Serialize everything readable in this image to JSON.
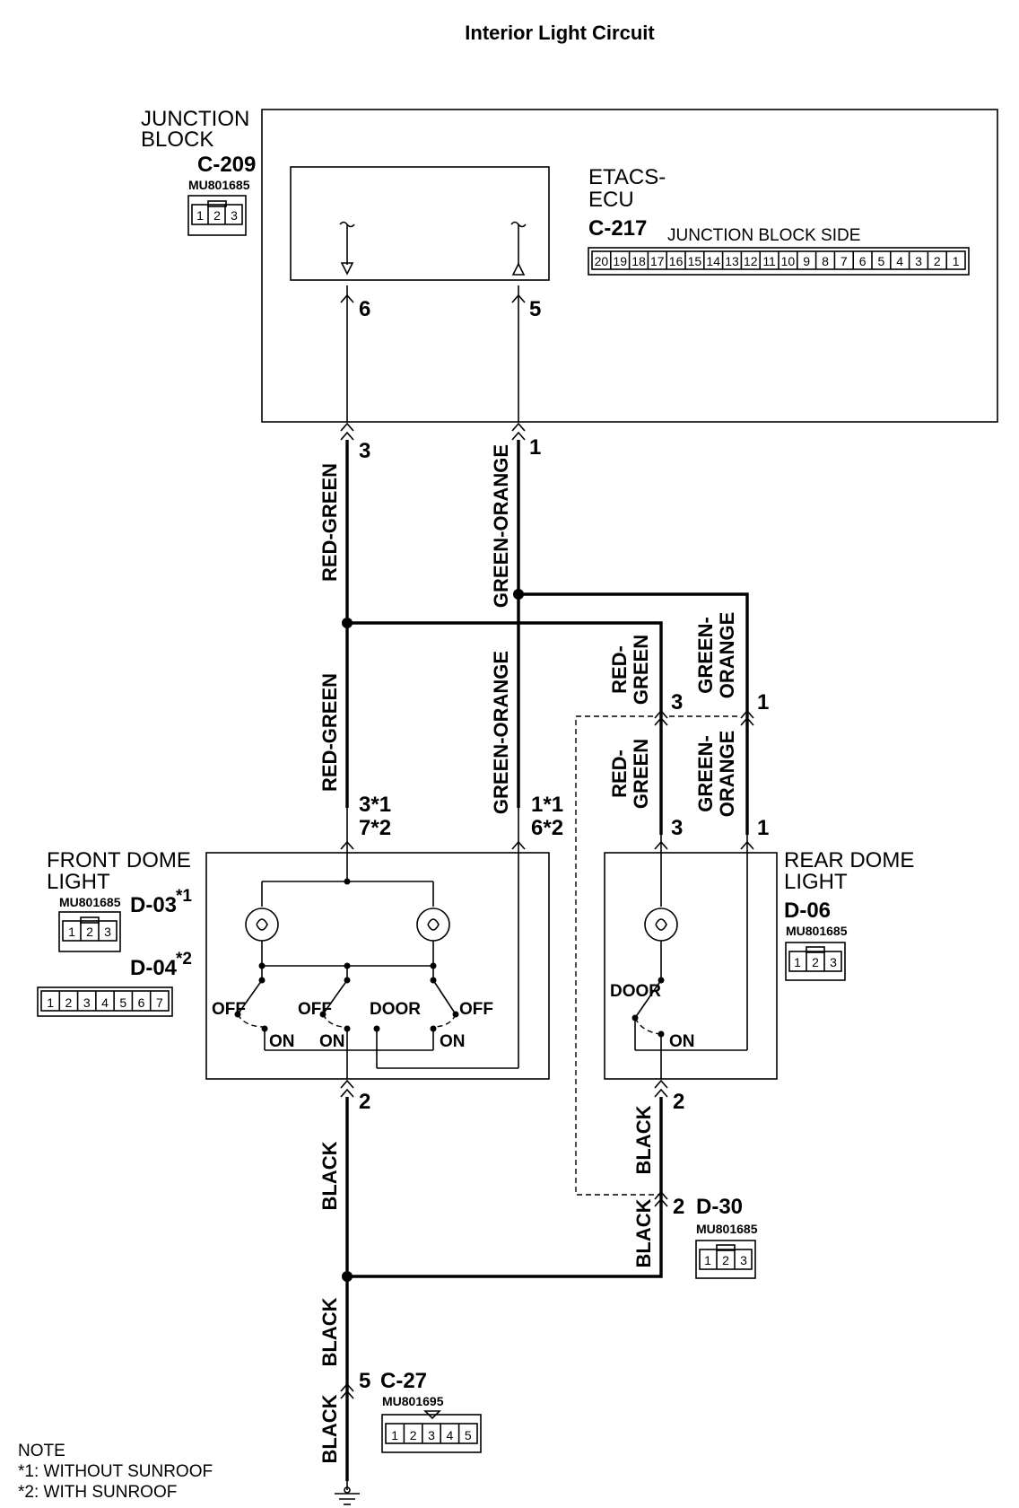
{
  "title": "Interior Light Circuit",
  "junction_block": {
    "label_line1": "JUNCTION",
    "label_line2": "BLOCK",
    "connector": "C-209",
    "part_number": "MU801685",
    "pins": [
      "1",
      "2",
      "3"
    ]
  },
  "etacs": {
    "label_line1": "ETACS-",
    "label_line2": "ECU",
    "connector": "C-217",
    "side_label": "JUNCTION BLOCK SIDE",
    "pins": [
      "20",
      "19",
      "18",
      "17",
      "16",
      "15",
      "14",
      "13",
      "12",
      "11",
      "10",
      "9",
      "8",
      "7",
      "6",
      "5",
      "4",
      "3",
      "2",
      "1"
    ],
    "pin_left": "6",
    "pin_right": "5"
  },
  "wires": {
    "red_green": "RED-GREEN",
    "green_orange": "GREEN-ORANGE",
    "red": "RED-",
    "green": "GREEN",
    "green_dash": "GREEN-",
    "orange": "ORANGE",
    "black": "BLACK"
  },
  "pins_main": {
    "jb_red_green": "3",
    "jb_green_orange": "1",
    "front_red_green": "3*1",
    "front_red_green_2": "7*2",
    "front_green_orange": "1*1",
    "front_green_orange_2": "6*2",
    "rear_junction_red": "3",
    "rear_junction_green": "1",
    "rear_red": "3",
    "rear_green": "1",
    "front_ground": "2",
    "rear_ground": "2",
    "d30_pin": "2",
    "c27_pin": "5"
  },
  "front_dome": {
    "label_line1": "FRONT DOME",
    "label_line2": "LIGHT",
    "connector1": "D-03",
    "connector1_note": "*1",
    "part_number": "MU801685",
    "pins3": [
      "1",
      "2",
      "3"
    ],
    "connector2": "D-04",
    "connector2_note": "*2",
    "pins7": [
      "1",
      "2",
      "3",
      "4",
      "5",
      "6",
      "7"
    ],
    "switch_labels": [
      "OFF",
      "OFF",
      "DOOR",
      "OFF"
    ],
    "on_labels": [
      "ON",
      "ON",
      "ON"
    ]
  },
  "rear_dome": {
    "label_line1": "REAR DOME",
    "label_line2": "LIGHT",
    "connector": "D-06",
    "part_number": "MU801685",
    "pins": [
      "1",
      "2",
      "3"
    ],
    "switch_door": "DOOR",
    "switch_on": "ON"
  },
  "d30": {
    "connector": "D-30",
    "part_number": "MU801685",
    "pins": [
      "1",
      "2",
      "3"
    ]
  },
  "c27": {
    "connector": "C-27",
    "part_number": "MU801695",
    "pins": [
      "1",
      "2",
      "3",
      "4",
      "5"
    ]
  },
  "note": {
    "heading": "NOTE",
    "line1": "*1: WITHOUT SUNROOF",
    "line2": "*2: WITH SUNROOF"
  }
}
